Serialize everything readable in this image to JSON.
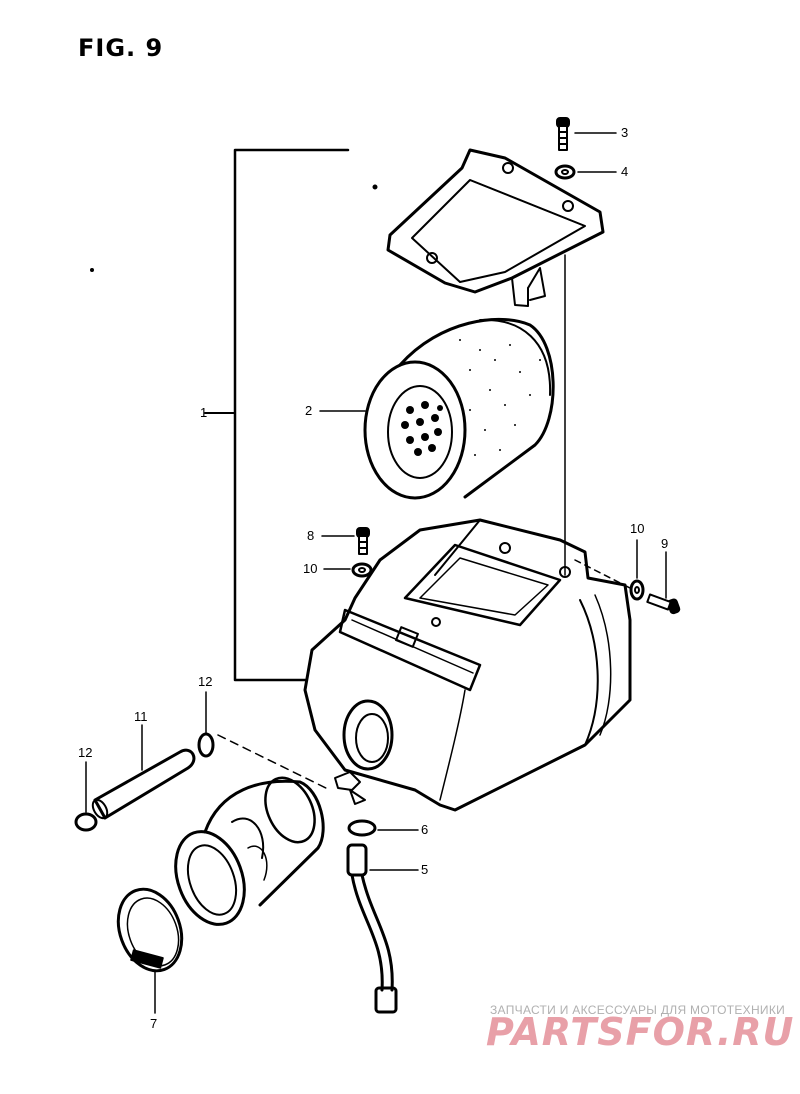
{
  "figure": {
    "title": "FIG. 9"
  },
  "callouts": [
    {
      "id": "1",
      "label": "1"
    },
    {
      "id": "2",
      "label": "2"
    },
    {
      "id": "3",
      "label": "3"
    },
    {
      "id": "4",
      "label": "4"
    },
    {
      "id": "5",
      "label": "5"
    },
    {
      "id": "6",
      "label": "6"
    },
    {
      "id": "7",
      "label": "7"
    },
    {
      "id": "8",
      "label": "8"
    },
    {
      "id": "9",
      "label": "9"
    },
    {
      "id": "10a",
      "label": "10"
    },
    {
      "id": "10b",
      "label": "10"
    },
    {
      "id": "11",
      "label": "11"
    },
    {
      "id": "12a",
      "label": "12"
    },
    {
      "id": "12b",
      "label": "12"
    }
  ],
  "watermark": {
    "tagline": "ЗАПЧАСТИ И АКСЕССУАРЫ ДЛЯ МОТОТЕХНИКИ",
    "logo": "PARTSFOR.RU",
    "color": "#e8a0a8"
  }
}
